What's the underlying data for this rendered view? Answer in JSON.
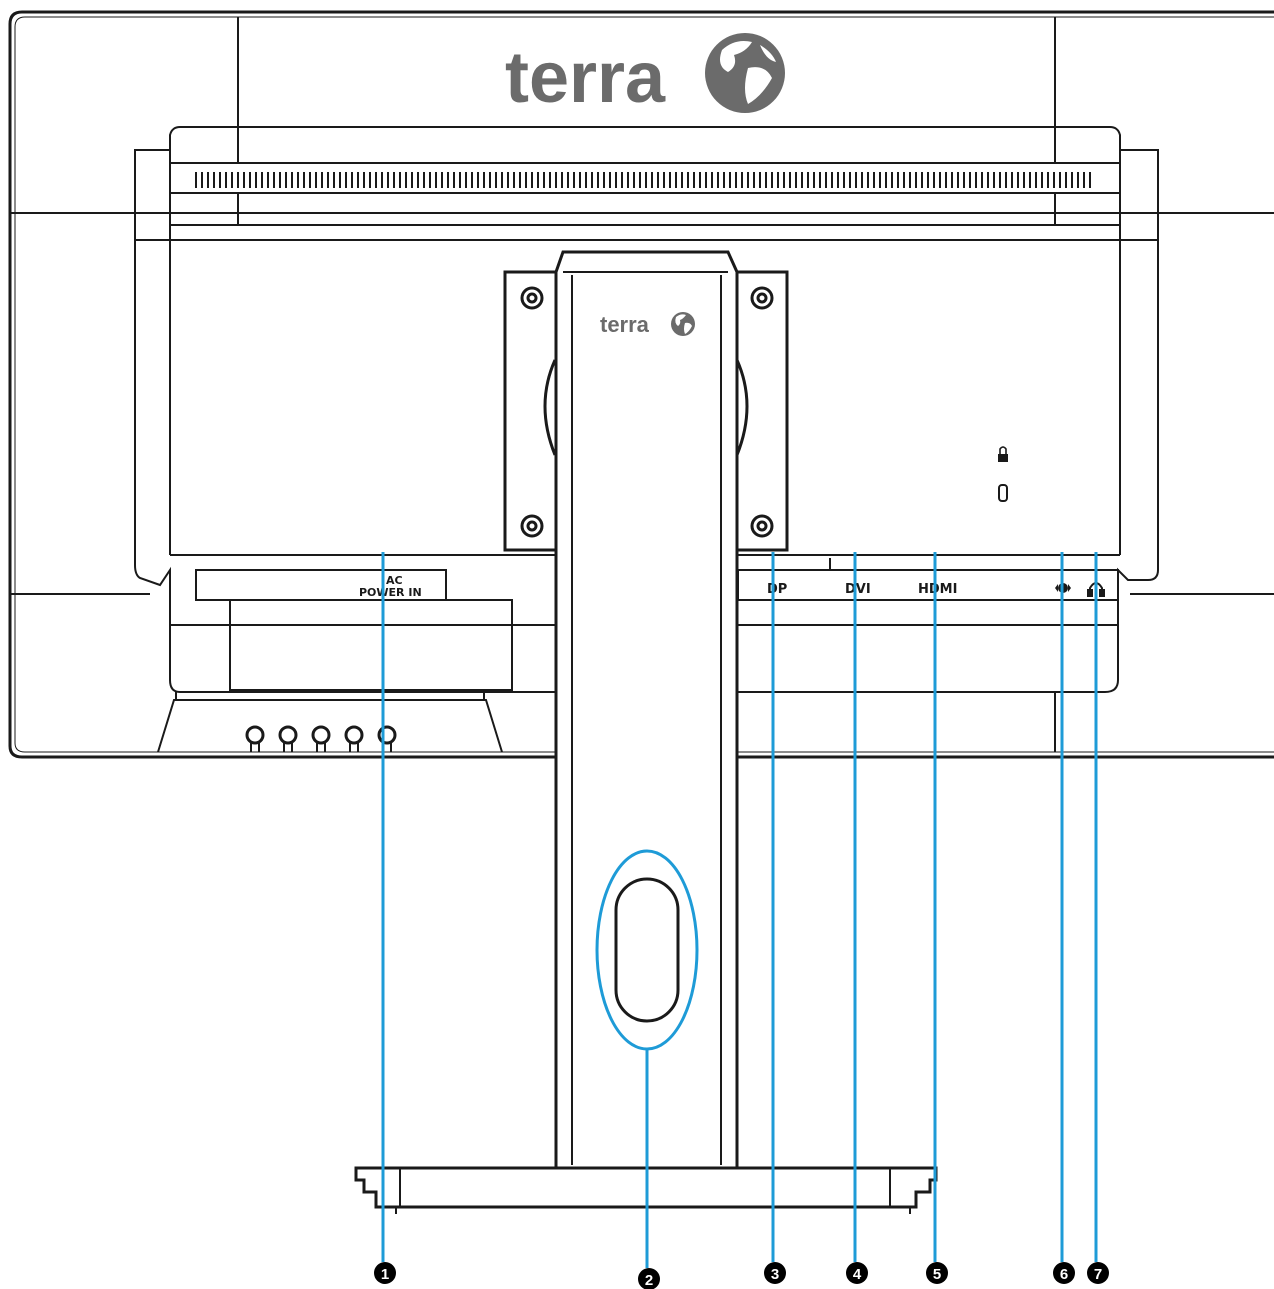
{
  "brand": {
    "logo_text": "terra",
    "stand_logo_text": "terra"
  },
  "ports": {
    "power_line1": "AC",
    "power_line2": "POWER IN",
    "dp": "DP",
    "dvi": "DVI",
    "hdmi": "HDMI",
    "audio_in_icon": "audio-in-icon",
    "headphone_icon": "headphone-icon"
  },
  "callouts": [
    {
      "number": "1",
      "target": "power-in"
    },
    {
      "number": "2",
      "target": "cable-management-hole"
    },
    {
      "number": "3",
      "target": "dp-port"
    },
    {
      "number": "4",
      "target": "dvi-port"
    },
    {
      "number": "5",
      "target": "hdmi-port"
    },
    {
      "number": "6",
      "target": "audio-in"
    },
    {
      "number": "7",
      "target": "headphone-out"
    }
  ],
  "colors": {
    "outline": "#1a1a1a",
    "callout_line": "#1e9bd7",
    "logo_gray": "#6b6b6b"
  }
}
